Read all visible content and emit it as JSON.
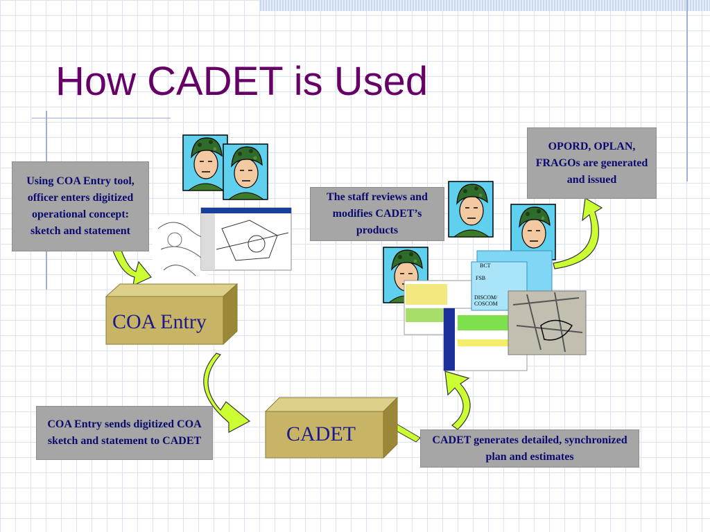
{
  "slide": {
    "title": "How CADET is Used"
  },
  "notes": {
    "coa_entry_input": "Using COA Entry tool, officer enters digitized operational concept: sketch and statement",
    "coa_sends": "COA Entry sends digitized COA sketch and statement to CADET",
    "cadet_generates": "CADET generates detailed, synchronized plan and estimates",
    "staff_reviews": "The staff reviews and modifies CADET’s products",
    "orders_issued": "OPORD, OPLAN, FRAGOs are generated and issued"
  },
  "boxes": {
    "coa_entry": "COA Entry",
    "cadet": "CADET"
  },
  "doc_labels": {
    "bct": "BCT",
    "fsb": "FSB",
    "discom": "DISCOM/",
    "coscom": "COSCOM"
  },
  "colors": {
    "title": "#660066",
    "note_bg": "#a6a6a6",
    "note_text": "#0a0a6e",
    "box_face": "#c8b466",
    "arrow": "#ccff33"
  }
}
